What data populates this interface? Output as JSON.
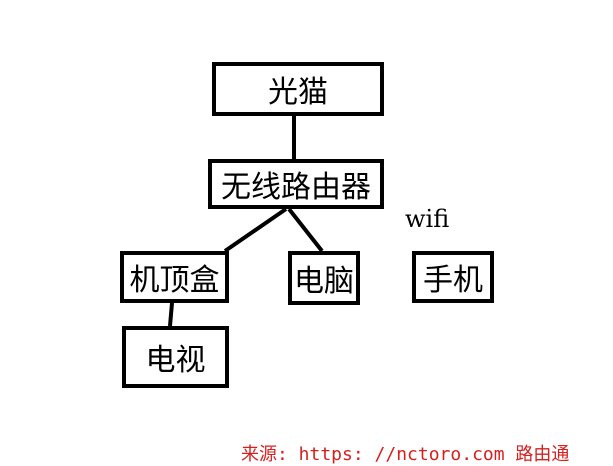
{
  "nodes": {
    "modem": "光猫",
    "router": "无线路由器",
    "set_top_box": "机顶盒",
    "computer": "电脑",
    "phone": "手机",
    "tv": "电视"
  },
  "wifi_label": "wifi",
  "source_note": "来源: https: //nctoro.com 路由通",
  "colors": {
    "line": "#000000",
    "border": "#000000",
    "source_text": "#d62020"
  }
}
